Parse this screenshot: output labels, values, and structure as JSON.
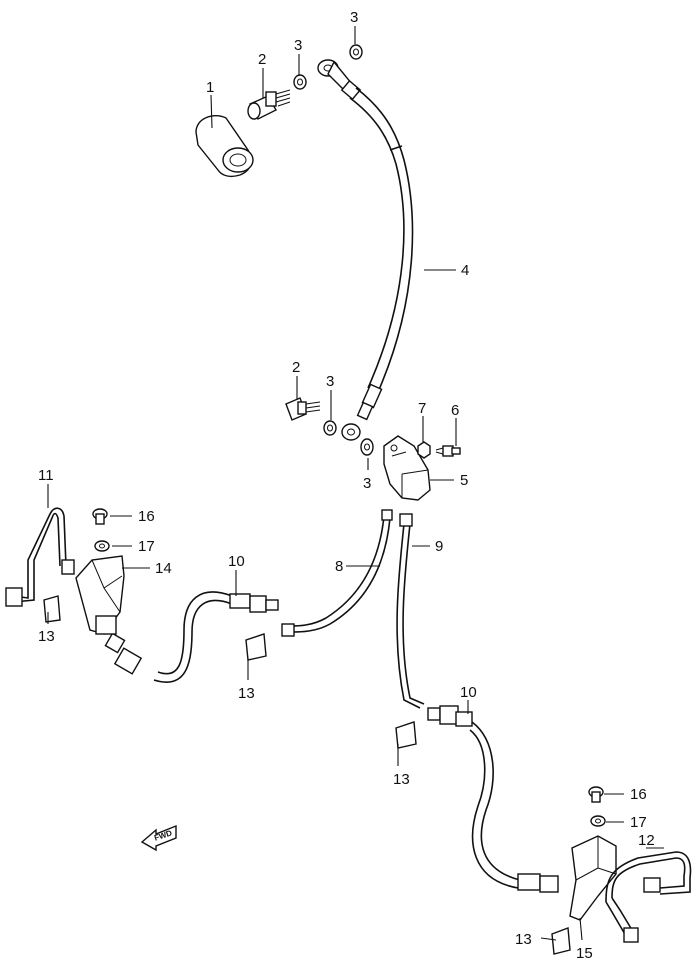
{
  "fwd_label": "FWD",
  "callouts": {
    "1": "1",
    "2a": "2",
    "3a": "3",
    "3b": "3",
    "4": "4",
    "2b": "2",
    "3c": "3",
    "7": "7",
    "6": "6",
    "3d": "3",
    "5": "5",
    "11": "11",
    "16a": "16",
    "17a": "17",
    "14": "14",
    "13a": "13",
    "10a": "10",
    "13b": "13",
    "8": "8",
    "9": "9",
    "10b": "10",
    "13c": "13",
    "16b": "16",
    "17b": "17",
    "12": "12",
    "13d": "13",
    "15": "15"
  }
}
